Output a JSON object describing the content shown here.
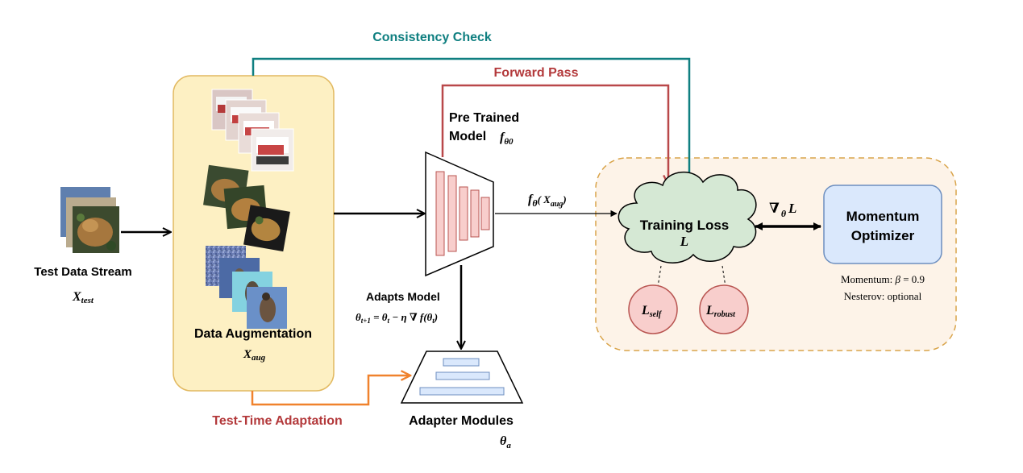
{
  "labels": {
    "consistency_check": "Consistency Check",
    "forward_pass": "Forward Pass",
    "test_time_adaptation": "Test-Time Adaptation",
    "test_data_stream": "Test Data Stream",
    "x_test_var": "X",
    "x_test_sub": "test",
    "data_augmentation": "Data Augmentation",
    "x_aug_var": "X",
    "x_aug_sub": "aug",
    "pretrained_line1": "Pre Trained",
    "pretrained_line2": "Model",
    "f_theta0_var": "f",
    "f_theta0_sub": "θ0",
    "f_out_f": "f",
    "f_out_theta": "θ",
    "f_out_arg_open": "( X",
    "f_out_arg_sub": "aug",
    "f_out_arg_close": ")",
    "adapts_model": "Adapts Model",
    "update_rule_lhs": "θ",
    "update_rule_lhs_sub": "t+1",
    "update_rule_mid": " = θ",
    "update_rule_mid_sub": "t",
    "update_rule_rhs": " − η ∇ f(θ",
    "update_rule_rhs_sub": "t",
    "update_rule_end": ")",
    "adapter_modules": "Adapter Modules",
    "theta_a_var": "θ",
    "theta_a_sub": "a",
    "training_loss": "Training Loss",
    "loss_symbol": "L",
    "grad_nabla": "∇",
    "grad_theta": "θ",
    "grad_L": "L",
    "l_self_var": "L",
    "l_self_sub": "self",
    "l_robust_var": "L",
    "l_robust_sub": "robust",
    "momentum_line1": "Momentum",
    "momentum_line2": "Optimizer",
    "momentum_note_prefix": "Momentum: ",
    "momentum_note_beta": "β",
    "momentum_note_value": " = 0.9",
    "nesterov_note": "Nesterov: optional"
  },
  "colors": {
    "consistency_arrow": "#0f7f80",
    "forward_arrow": "#b9484a",
    "adaptation_arrow": "#f0822d",
    "adaptation_label": "#b3393b",
    "augment_fill": "#fdf0c3",
    "augment_stroke": "#e2b961",
    "loss_region_fill": "#fdf3e8",
    "loss_region_stroke": "#d9a44a",
    "cloud_fill": "#d5e8d4",
    "loss_circle_fill": "#f8cecc",
    "loss_circle_stroke": "#b85450",
    "optimizer_fill": "#dae8fc",
    "optimizer_stroke": "#6c8ebf",
    "layer_fill": "#f8cecc",
    "layer_stroke": "#b85450",
    "adapter_bar_fill": "#dae8fc",
    "adapter_bar_stroke": "#6c8ebf"
  },
  "icons": {
    "test_stream_images": "stacked-image-thumbnails-icon",
    "augmented_images": "augmented-image-stacks-icon"
  }
}
